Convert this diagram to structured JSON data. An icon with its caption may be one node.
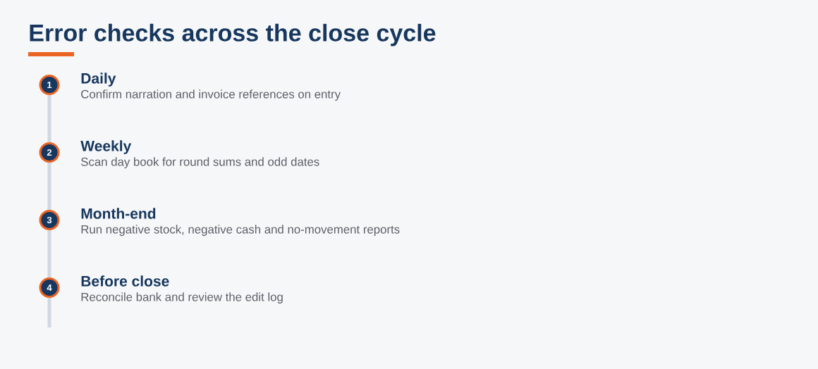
{
  "diagram": {
    "title": "Error checks across the close cycle",
    "nodes": [
      {
        "text": [
          "1"
        ],
        "beside": [
          "Daily",
          "Confirm narration and invoice references on entry"
        ]
      },
      {
        "text": [
          "2"
        ],
        "beside": [
          "Weekly",
          "Scan day book for round sums and odd dates"
        ]
      },
      {
        "text": [
          "3"
        ],
        "beside": [
          "Month-end",
          "Run negative stock, negative cash and no-movement reports"
        ]
      },
      {
        "text": [
          "4"
        ],
        "beside": [
          "Before close",
          "Reconcile bank and review the edit log"
        ]
      }
    ],
    "edges": [
      {
        "from": 0,
        "to": 1,
        "arrow": "none"
      },
      {
        "from": 1,
        "to": 2,
        "arrow": "none"
      },
      {
        "from": 2,
        "to": 3,
        "arrow": "none"
      }
    ]
  }
}
